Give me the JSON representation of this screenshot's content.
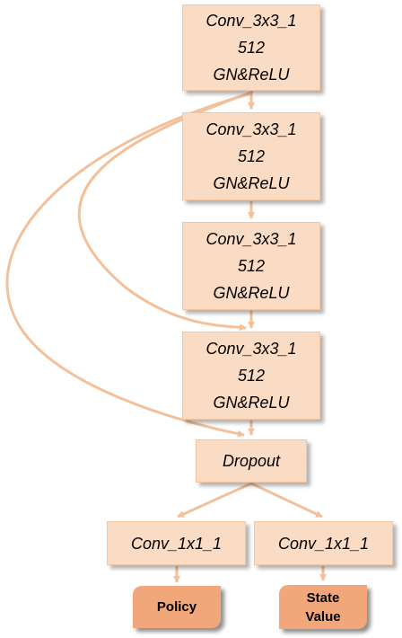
{
  "conv_blocks": [
    {
      "line1": "Conv_3x3_1",
      "line2": "512",
      "line3": "GN&ReLU"
    },
    {
      "line1": "Conv_3x3_1",
      "line2": "512",
      "line3": "GN&ReLU"
    },
    {
      "line1": "Conv_3x3_1",
      "line2": "512",
      "line3": "GN&ReLU"
    },
    {
      "line1": "Conv_3x3_1",
      "line2": "512",
      "line3": "GN&ReLU"
    }
  ],
  "dropout": {
    "label": "Dropout"
  },
  "heads": [
    {
      "label": "Conv_1x1_1"
    },
    {
      "label": "Conv_1x1_1"
    }
  ],
  "outputs": [
    {
      "line1": "Policy",
      "line2": ""
    },
    {
      "line1": "State",
      "line2": "Value"
    }
  ],
  "colors": {
    "block_fill": "#fadbc4",
    "output_fill": "#f2a77a",
    "connector": "#f3c09a"
  }
}
